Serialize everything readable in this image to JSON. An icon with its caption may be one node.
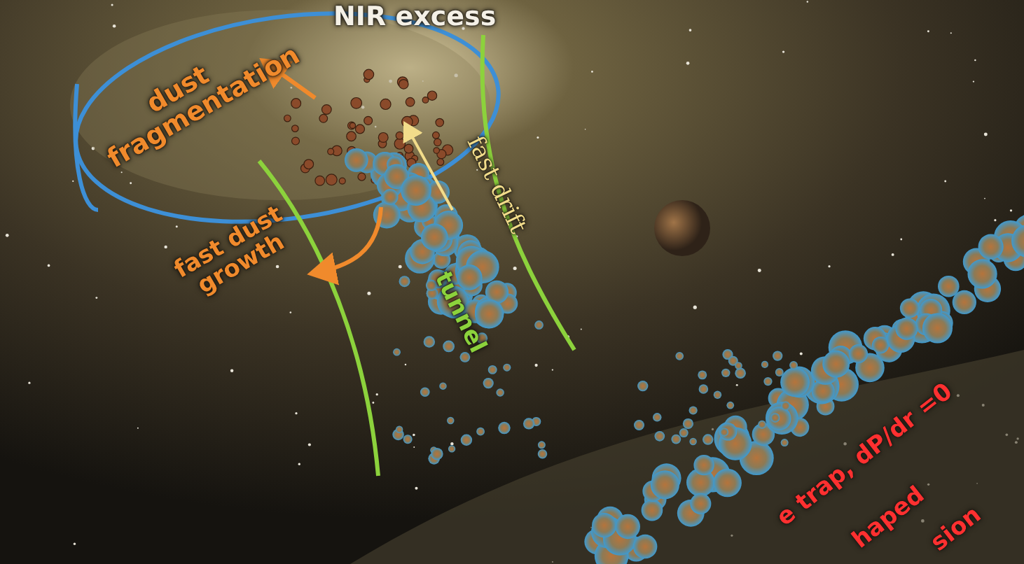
{
  "diagram": {
    "labels": [
      "NIR excess",
      "dust fragmentation",
      "fast drift",
      "fast dust growth",
      "tunnel",
      "e trap, dP/dr =0",
      "haped",
      "sion"
    ]
  }
}
